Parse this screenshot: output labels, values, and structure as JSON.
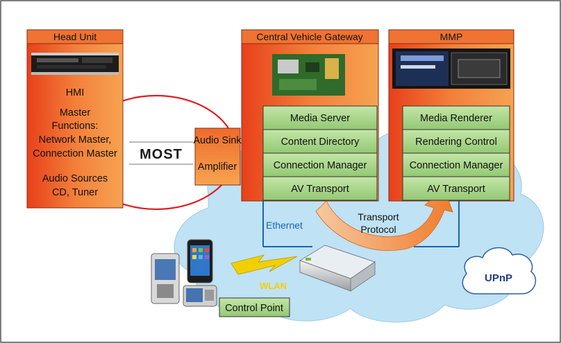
{
  "head_unit": {
    "title": "Head Unit",
    "hmi": "HMI",
    "master_l1": "Master",
    "master_l2": "Functions:",
    "master_l3": "Network Master,",
    "master_l4": "Connection Master",
    "audio_l1": "Audio Sources",
    "audio_l2": "CD, Tuner"
  },
  "most_logo": "MOST",
  "audio_box": {
    "sink": "Audio Sink",
    "amplifier": "Amplifier"
  },
  "gateway": {
    "title": "Central Vehicle Gateway",
    "services": [
      "Media Server",
      "Content Directory",
      "Connection Manager",
      "AV Transport"
    ]
  },
  "mmp": {
    "title": "MMP",
    "services": [
      "Media Renderer",
      "Rendering Control",
      "Connection Manager",
      "AV Transport"
    ]
  },
  "ethernet_label": "Ethernet",
  "transport_l1": "Transport",
  "transport_l2": "Protocol",
  "wlan_label": "WLAN",
  "control_point": "Control Point",
  "upnp_logo": "UPnP",
  "colors": {
    "orange": "#f07a2a",
    "green": "#a9d68a",
    "cloud": "#bfe2f4",
    "ring": "#e31b23",
    "ethernet": "#1b63b5",
    "wlan": "#f2d000"
  }
}
